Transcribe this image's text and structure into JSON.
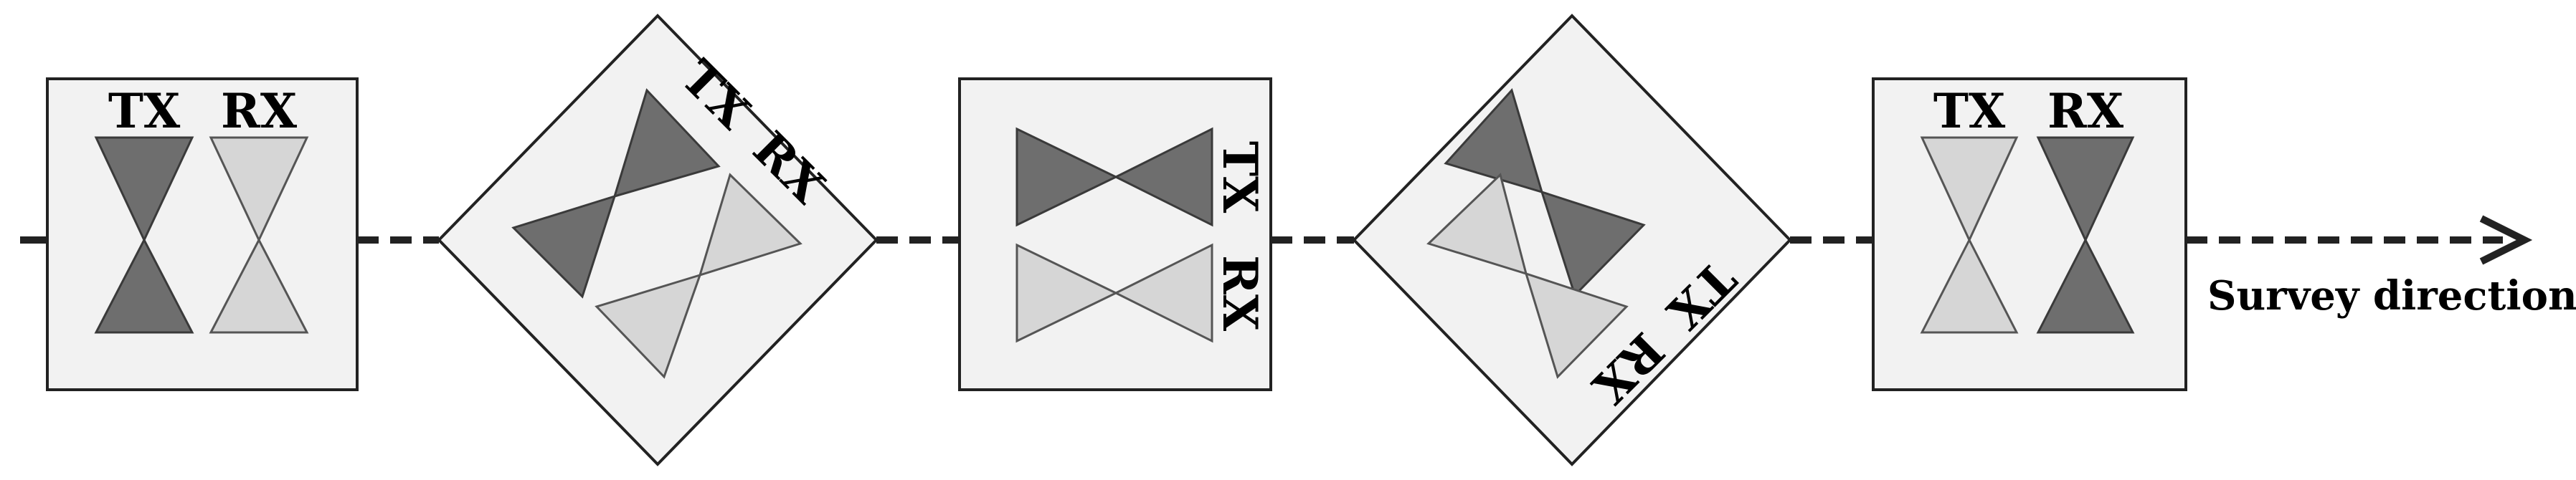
{
  "labels": {
    "tx": "TX",
    "rx": "RX",
    "direction": "Survey direction"
  },
  "colors": {
    "frame_fill": "#f2f2f2",
    "frame_stroke": "#222222",
    "dark_triangle": "#6e6e6e",
    "light_triangle": "#d6d6d6",
    "line": "#222222"
  }
}
